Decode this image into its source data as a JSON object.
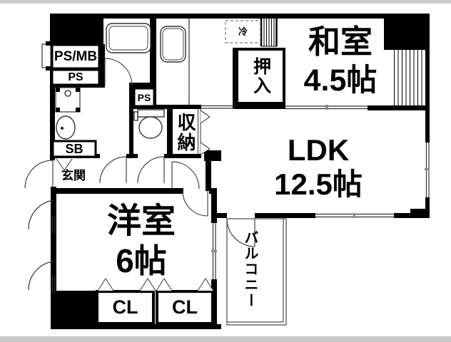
{
  "document_type": "floor-plan",
  "labels": {
    "ps_mb": "PS/MB",
    "ps_upper": "PS",
    "ps_small": "PS",
    "sb": "SB",
    "genkan": "玄関",
    "refrigerator": "冷",
    "oshiire": "押入",
    "washitsu_name": "和室",
    "washitsu_size": "4.5帖",
    "ldk_name": "LDK",
    "ldk_size": "12.5帖",
    "shunou": "収納",
    "youshitsu_name": "洋室",
    "youshitsu_size": "6帖",
    "cl_left": "CL",
    "cl_right": "CL",
    "balcony": "バルコニー"
  },
  "colors": {
    "wall": "#000000",
    "thin_line": "#333333",
    "page_edge": "#cccccc",
    "background": "#ffffff"
  }
}
